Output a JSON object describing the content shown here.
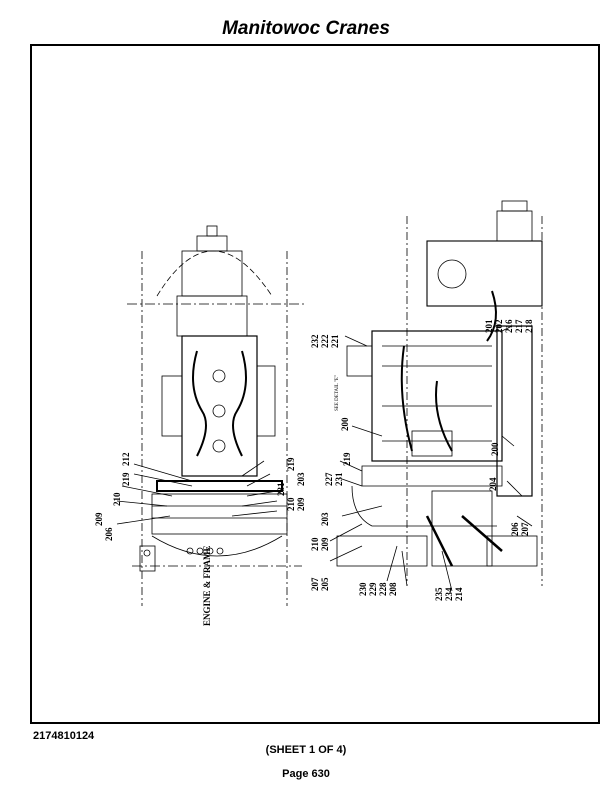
{
  "header": {
    "title": "Manitowoc Cranes"
  },
  "footer": {
    "part_number": "2174810124",
    "sheet": "(SHEET 1 OF 4)",
    "page": "Page 630"
  },
  "diagram": {
    "left_view_label": "ENGINE & FRAME",
    "detail_label": "SEE DETAIL \"E\"",
    "left_callouts": [
      "212",
      "219",
      "210",
      "209",
      "206",
      "219",
      "203",
      "231",
      "210",
      "209"
    ],
    "right_callouts": [
      "232",
      "222",
      "221",
      "200",
      "219",
      "227",
      "231",
      "203",
      "210",
      "209",
      "207",
      "205",
      "230",
      "229",
      "228",
      "208",
      "235",
      "234",
      "214",
      "206",
      "207",
      "204",
      "200",
      "201",
      "202",
      "216",
      "217",
      "218"
    ]
  }
}
